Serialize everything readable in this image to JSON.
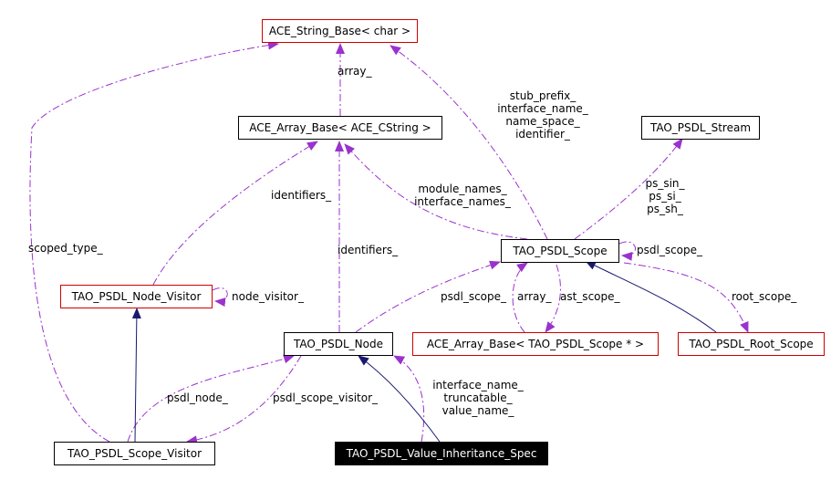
{
  "nodes": {
    "ace_string_base": "ACE_String_Base< char >",
    "ace_array_base_cstring": "ACE_Array_Base< ACE_CString >",
    "tao_psdl_stream": "TAO_PSDL_Stream",
    "tao_psdl_scope": "TAO_PSDL_Scope",
    "tao_psdl_node_visitor": "TAO_PSDL_Node_Visitor",
    "tao_psdl_node": "TAO_PSDL_Node",
    "ace_array_base_scope_ptr": "ACE_Array_Base< TAO_PSDL_Scope * >",
    "tao_psdl_root_scope": "TAO_PSDL_Root_Scope",
    "tao_psdl_scope_visitor": "TAO_PSDL_Scope_Visitor",
    "tao_psdl_value_inheritance_spec": "TAO_PSDL_Value_Inheritance_Spec"
  },
  "edge_labels": {
    "array": "array_",
    "stub_prefix": "stub_prefix_",
    "interface_name": "interface_name_",
    "name_space": "name_space_",
    "identifier": "identifier_",
    "module_names": "module_names_",
    "interface_names": "interface_names_",
    "ps_sin": "ps_sin_",
    "ps_si": "ps_si_",
    "ps_sh": "ps_sh_",
    "identifiers_left": "identifiers_",
    "identifiers_center": "identifiers_",
    "scoped_type": "scoped_type_",
    "psdl_scope_self": "psdl_scope_",
    "node_visitor": "node_visitor_",
    "psdl_scope_node": "psdl_scope_",
    "array_scope": "array_",
    "ast_scope": "ast_scope_",
    "root_scope": "root_scope_",
    "psdl_node": "psdl_node_",
    "psdl_scope_visitor": "psdl_scope_visitor_",
    "vis_interface_name": "interface_name_",
    "vis_truncatable": "truncatable_",
    "vis_value_name": "value_name_"
  },
  "colors": {
    "usage_edge": "#9a32cd",
    "inheritance_edge": "#191970",
    "undocumented_border": "#d00000",
    "documented_border": "#000000",
    "highlight_fill": "#000000"
  }
}
